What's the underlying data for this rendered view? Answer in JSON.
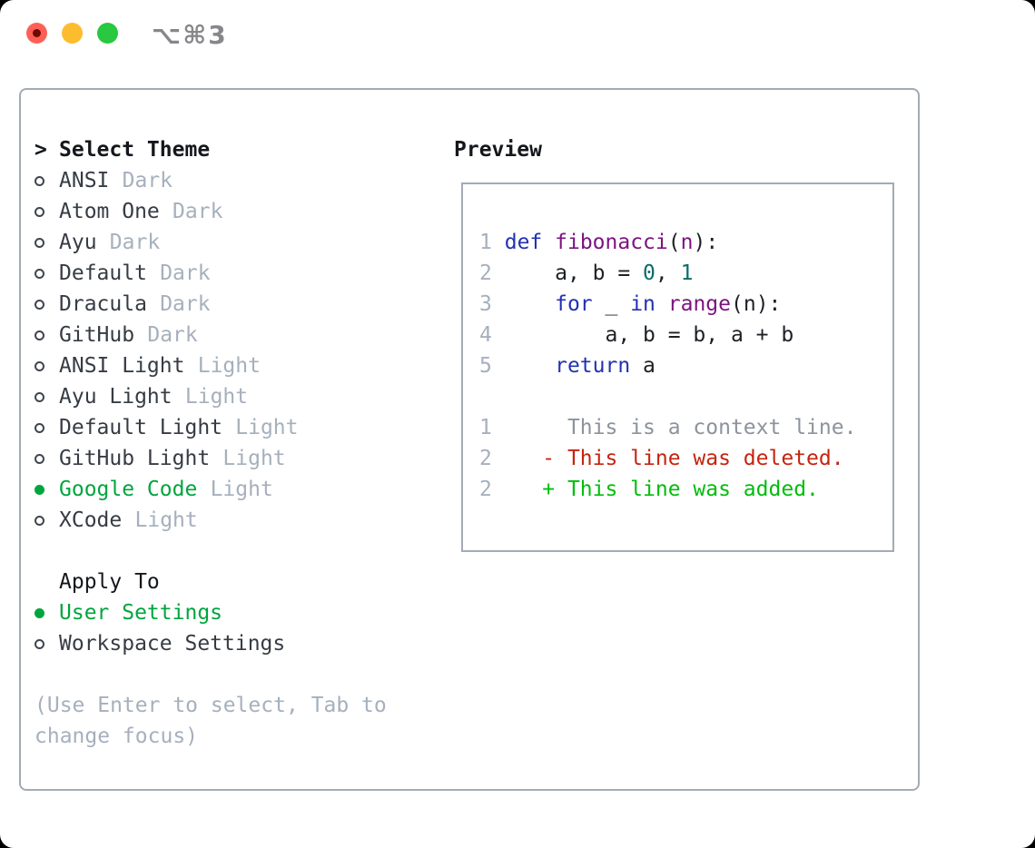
{
  "window": {
    "title_shortcut": "⌥⌘3"
  },
  "colors": {
    "text_primary": "#14171c",
    "text_item": "#363c44",
    "text_muted": "#a6b0bd",
    "text_context": "#8c939d",
    "border": "#a3abb5",
    "accent_green": "#00a53e",
    "diff_add": "#00bd0c",
    "diff_del": "#c5240e",
    "code_keyword": "#2231b2",
    "code_function": "#7b137f",
    "code_literal": "#0a6b69",
    "code_plain": "#1d2126",
    "title_gray": "#86878b",
    "traffic_red": "#ff5f57",
    "traffic_red_dot": "#6e0b02",
    "traffic_yellow": "#fdbc2e",
    "traffic_green": "#28c840"
  },
  "theme_list": {
    "header": {
      "marker": ">",
      "label": "Select Theme"
    },
    "items": [
      {
        "name": "ANSI",
        "suffix": "Dark",
        "selected": false
      },
      {
        "name": "Atom One",
        "suffix": "Dark",
        "selected": false
      },
      {
        "name": "Ayu",
        "suffix": "Dark",
        "selected": false
      },
      {
        "name": "Default",
        "suffix": "Dark",
        "selected": false
      },
      {
        "name": "Dracula",
        "suffix": "Dark",
        "selected": false
      },
      {
        "name": "GitHub",
        "suffix": "Dark",
        "selected": false
      },
      {
        "name": "ANSI Light",
        "suffix": "Light",
        "selected": false
      },
      {
        "name": "Ayu Light",
        "suffix": "Light",
        "selected": false
      },
      {
        "name": "Default Light",
        "suffix": "Light",
        "selected": false
      },
      {
        "name": "GitHub Light",
        "suffix": "Light",
        "selected": false
      },
      {
        "name": "Google Code",
        "suffix": "Light",
        "selected": true
      },
      {
        "name": "XCode",
        "suffix": "Light",
        "selected": false
      }
    ]
  },
  "apply_to": {
    "label": "Apply To",
    "options": [
      {
        "label": "User Settings",
        "selected": true
      },
      {
        "label": "Workspace Settings",
        "selected": false
      }
    ]
  },
  "help": {
    "line1": "(Use Enter to select, Tab to",
    "line2": "change focus)"
  },
  "preview": {
    "label": "Preview",
    "code_lines": [
      {
        "num": "1",
        "tokens": [
          {
            "text": " "
          },
          {
            "text": "def"
          },
          {
            "text": " "
          },
          {
            "text": "fibonacci"
          },
          {
            "text": "("
          },
          {
            "text": "n"
          },
          {
            "text": "):"
          }
        ]
      },
      {
        "num": "2",
        "tokens": [
          {
            "text": "     a, b = "
          },
          {
            "text": "0"
          },
          {
            "text": ", "
          },
          {
            "text": "1"
          }
        ]
      },
      {
        "num": "3",
        "tokens": [
          {
            "text": "     "
          },
          {
            "text": "for"
          },
          {
            "text": " _ "
          },
          {
            "text": "in"
          },
          {
            "text": " "
          },
          {
            "text": "range"
          },
          {
            "text": "(n):"
          }
        ]
      },
      {
        "num": "4",
        "tokens": [
          {
            "text": "         a, b = b, a + b"
          }
        ]
      },
      {
        "num": "5",
        "tokens": [
          {
            "text": "     "
          },
          {
            "text": "return"
          },
          {
            "text": " a"
          }
        ]
      }
    ],
    "diff_lines": [
      {
        "num": "1",
        "tokens": [
          {
            "text": "      This is a context line."
          }
        ]
      },
      {
        "num": "2",
        "tokens": [
          {
            "text": "    - This line was deleted."
          }
        ]
      },
      {
        "num": "2",
        "tokens": [
          {
            "text": "    + This line was added."
          }
        ]
      }
    ]
  }
}
